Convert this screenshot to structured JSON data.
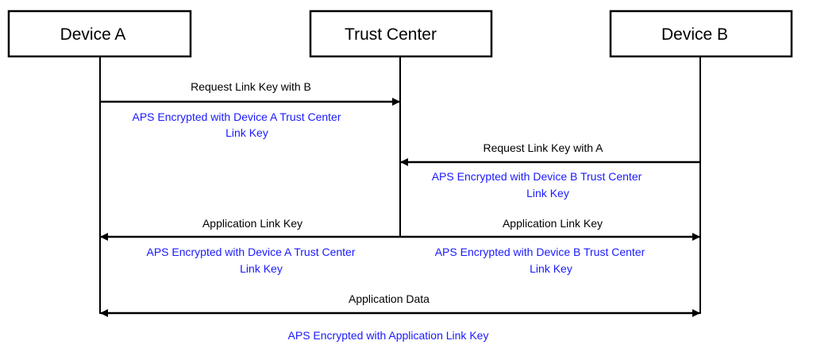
{
  "participants": [
    {
      "id": "device_a",
      "label": "Device A"
    },
    {
      "id": "trust_center",
      "label": "Trust Center"
    },
    {
      "id": "device_b",
      "label": "Device B"
    }
  ],
  "messages": [
    {
      "id": "req_a",
      "label": "Request Link Key with B",
      "encryption": [
        "APS Encrypted with Device A Trust Center",
        "Link Key"
      ]
    },
    {
      "id": "req_b",
      "label": "Request Link Key with A",
      "encryption": [
        "APS Encrypted with Device B Trust Center",
        "Link Key"
      ]
    },
    {
      "id": "app_key_a",
      "label": "Application Link Key",
      "encryption": [
        "APS Encrypted with Device A Trust Center",
        "Link Key"
      ]
    },
    {
      "id": "app_key_b",
      "label": "Application Link Key",
      "encryption": [
        "APS Encrypted with Device B Trust Center",
        "Link Key"
      ]
    },
    {
      "id": "app_data",
      "label": "Application Data",
      "encryption": [
        "APS Encrypted with Application Link Key"
      ]
    }
  ],
  "colors": {
    "line": "#000000",
    "encryption_text": "#1a1aff"
  }
}
